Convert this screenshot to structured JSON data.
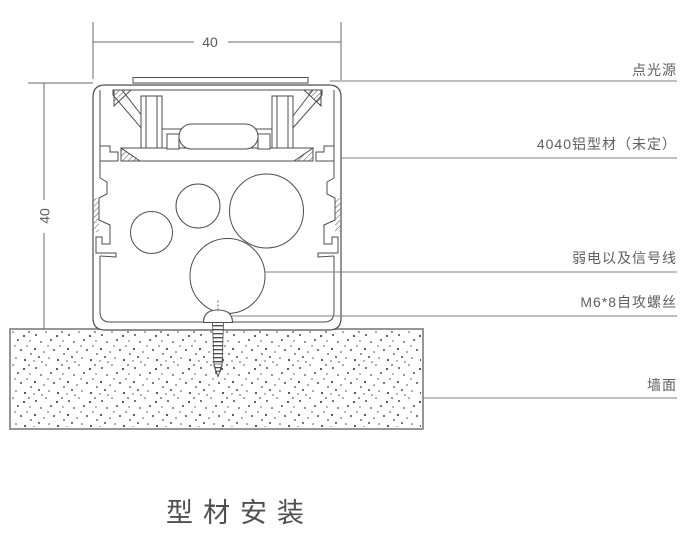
{
  "drawing": {
    "title": "型材安装",
    "dimensions": {
      "width": "40",
      "height": "40"
    },
    "callouts": {
      "point_light": "点光源",
      "aluminum_profile": "4040铝型材（未定）",
      "signal_cable": "弱电以及信号线",
      "screw": "M6*8自攻螺丝",
      "wall": "墙面"
    },
    "colors": {
      "line": "#4d4d4d",
      "leader": "#7f7f7f",
      "wall_edge": "#8a8a8a",
      "text": "#5f5f5f"
    }
  }
}
